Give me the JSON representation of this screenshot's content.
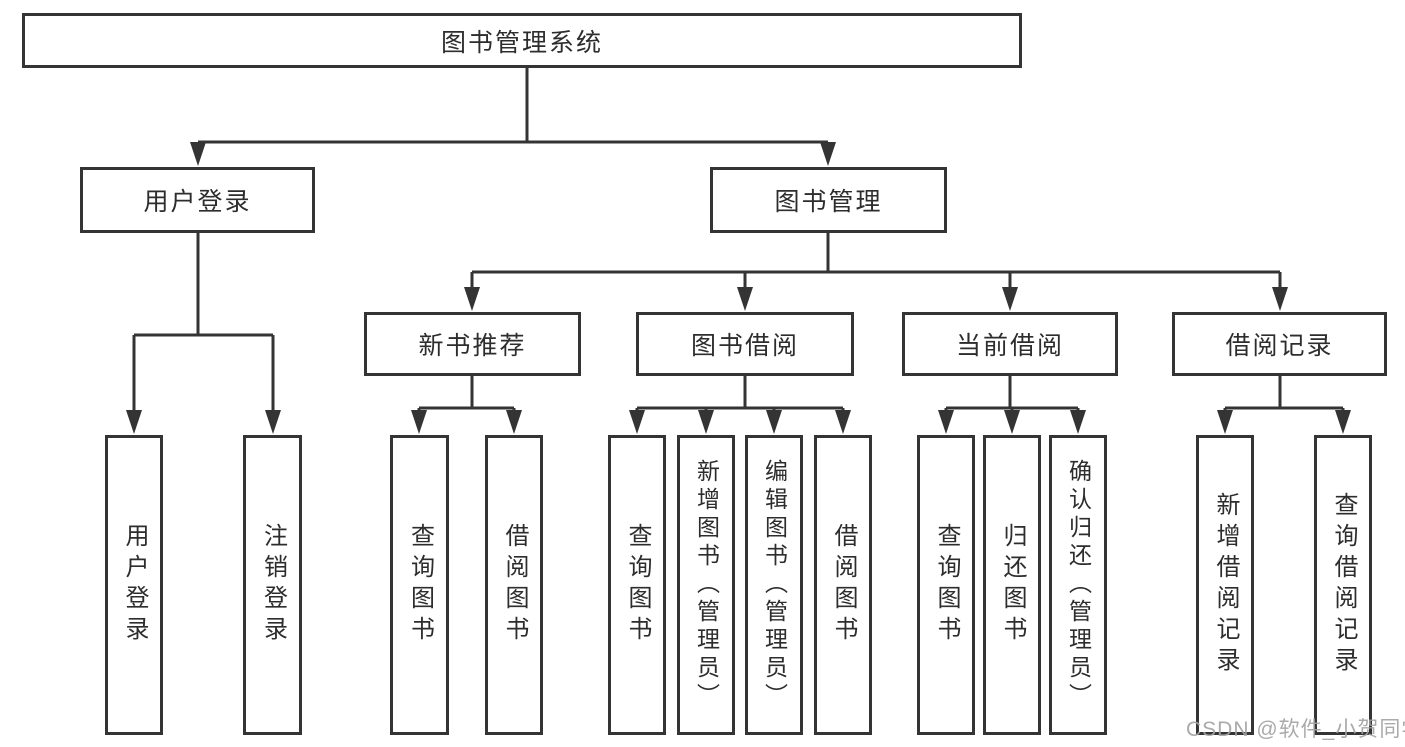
{
  "colors": {
    "background": "#ffffff",
    "line": "#343434",
    "box_border": "#343434",
    "text": "#2d2d2d",
    "watermark": "#a3a3a3"
  },
  "diagram": {
    "root": {
      "label": "图书管理系统"
    },
    "branches": [
      {
        "label": "用户登录",
        "children": [
          {
            "label": "用户登录"
          },
          {
            "label": "注销登录"
          }
        ]
      },
      {
        "label": "图书管理",
        "children": [
          {
            "label": "新书推荐",
            "children": [
              {
                "label": "查询图书"
              },
              {
                "label": "借阅图书"
              }
            ]
          },
          {
            "label": "图书借阅",
            "children": [
              {
                "label": "查询图书"
              },
              {
                "label": "新增图书（管理员）"
              },
              {
                "label": "编辑图书（管理员）"
              },
              {
                "label": "借阅图书"
              }
            ]
          },
          {
            "label": "当前借阅",
            "children": [
              {
                "label": "查询图书"
              },
              {
                "label": "归还图书"
              },
              {
                "label": "确认归还（管理员）"
              }
            ]
          },
          {
            "label": "借阅记录",
            "children": [
              {
                "label": "新增借阅记录"
              },
              {
                "label": "查询借阅记录"
              }
            ]
          }
        ]
      }
    ]
  },
  "watermark": {
    "text": "CSDN @软件_小贺同学"
  }
}
